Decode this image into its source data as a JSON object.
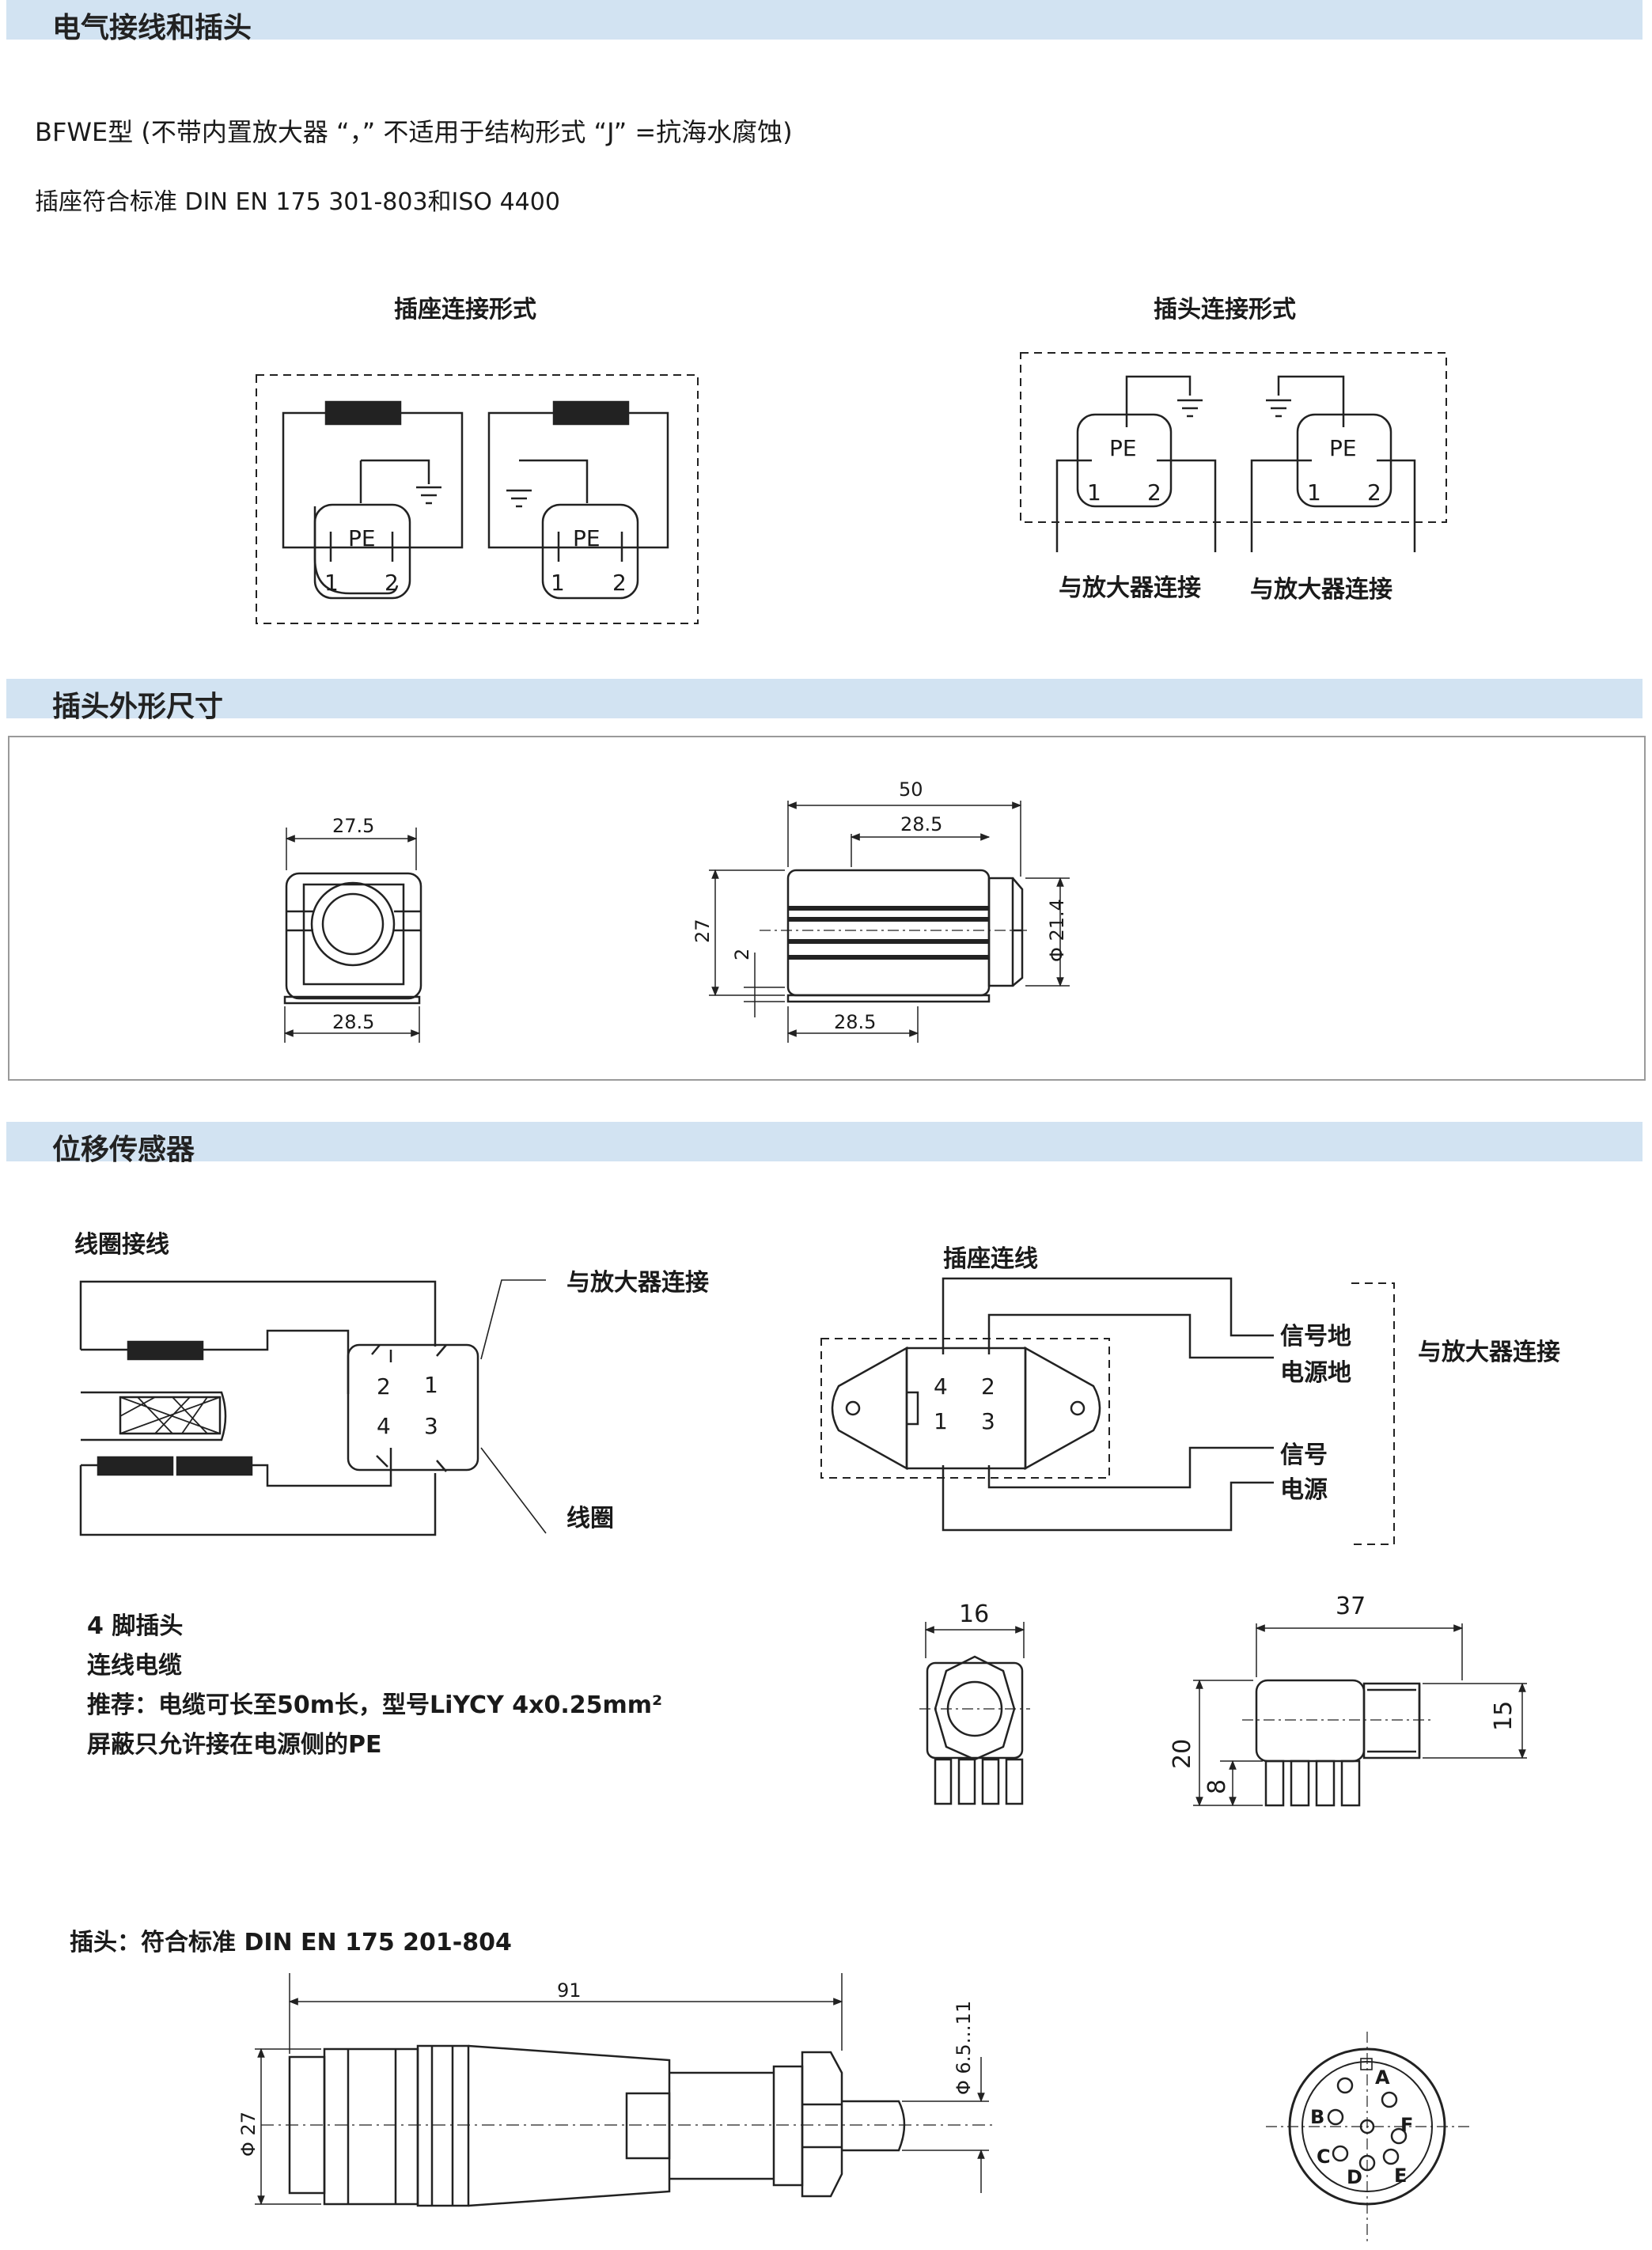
{
  "sections": {
    "electrical": "电气接线和插头",
    "plug_dims": "插头外形尺寸",
    "sensor": "位移传感器"
  },
  "bfwe": {
    "line1": "BFWE型 (不带内置放大器 “，” 不适用于结构形式 “J” =抗海水腐蚀)",
    "line2": "插座符合标准  DIN EN 175 301-803和ISO 4400"
  },
  "socket_title": "插座连接形式",
  "plug_title": "插头连接形式",
  "pins": {
    "pe": "PE",
    "p1": "1",
    "p2": "2",
    "p3": "3",
    "p4": "4"
  },
  "amp_connect": "与放大器连接",
  "dims": {
    "d27_5": "27.5",
    "d28_5": "28.5",
    "d50": "50",
    "d27": "27",
    "d2": "2",
    "d21_4": "Φ 21.4",
    "d16": "16",
    "d37": "37",
    "d15": "15",
    "d20": "20",
    "d8": "8",
    "d91": "91",
    "d6511": "Φ 6.5…11",
    "dphi27": "Φ 27"
  },
  "sensor": {
    "coil_title": "线圈接线",
    "amp": "与放大器连接",
    "coil": "线圈",
    "socket_wiring": "插座连线",
    "sig_gnd": "信号地",
    "pwr_gnd": "电源地",
    "signal": "信号",
    "power": "电源",
    "amp2": "与放大器连接"
  },
  "notes": {
    "n1": "4 脚插头",
    "n2": "连线电缆",
    "n3": "推荐：电缆可长至50m长，型号LiYCY 4x0.25mm²",
    "n4": "屏蔽只允许接在电源侧的PE"
  },
  "plug_std": "插头：符合标准   DIN EN 175  201-804",
  "connector_pins": [
    "A",
    "B",
    "C",
    "D",
    "E",
    "F"
  ]
}
